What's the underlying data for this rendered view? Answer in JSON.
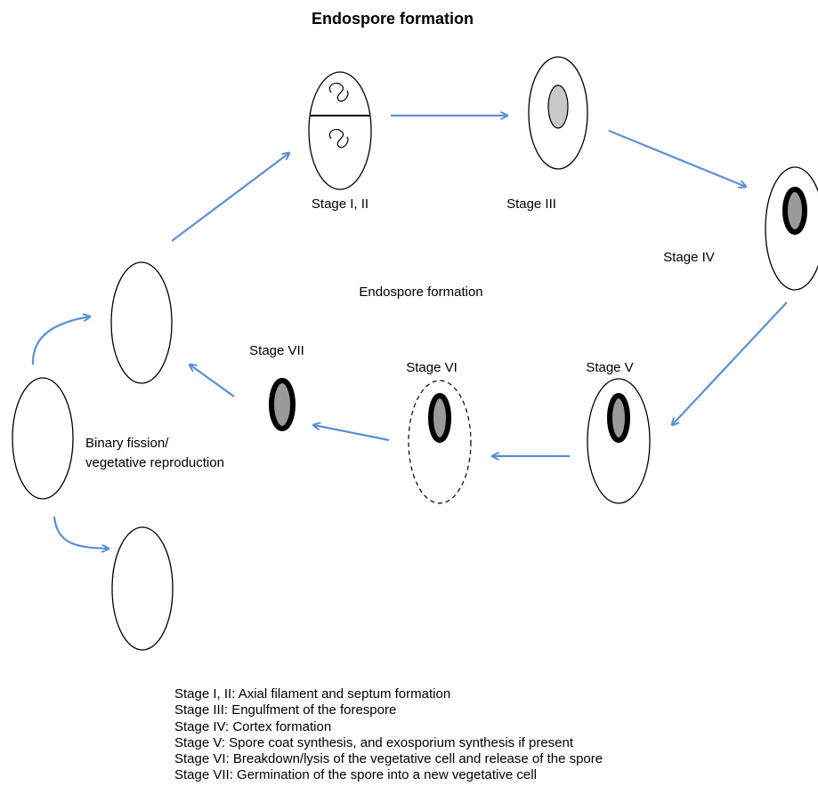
{
  "title": "Endospore formation",
  "center_label": "Endospore formation",
  "binary_fission_label": [
    "Binary fission/",
    "vegetative reproduction"
  ],
  "stages": {
    "s12": "Stage I, II",
    "s3": "Stage III",
    "s4": "Stage IV",
    "s5": "Stage V",
    "s6": "Stage VI",
    "s7": "Stage VII"
  },
  "legend": [
    "Stage I, II: Axial filament and septum formation",
    "Stage III:  Engulfment of the forespore",
    "Stage IV:  Cortex formation",
    "Stage V:  Spore coat synthesis, and exosporium synthesis if present",
    "Stage VI:  Breakdown/lysis of the vegetative cell and release of the spore",
    "Stage VII:  Germination of the spore into a new vegetative cell"
  ],
  "colors": {
    "arrow": "#5b8fd6",
    "spore_fill": "#9a9a9a",
    "outline": "#000000"
  }
}
